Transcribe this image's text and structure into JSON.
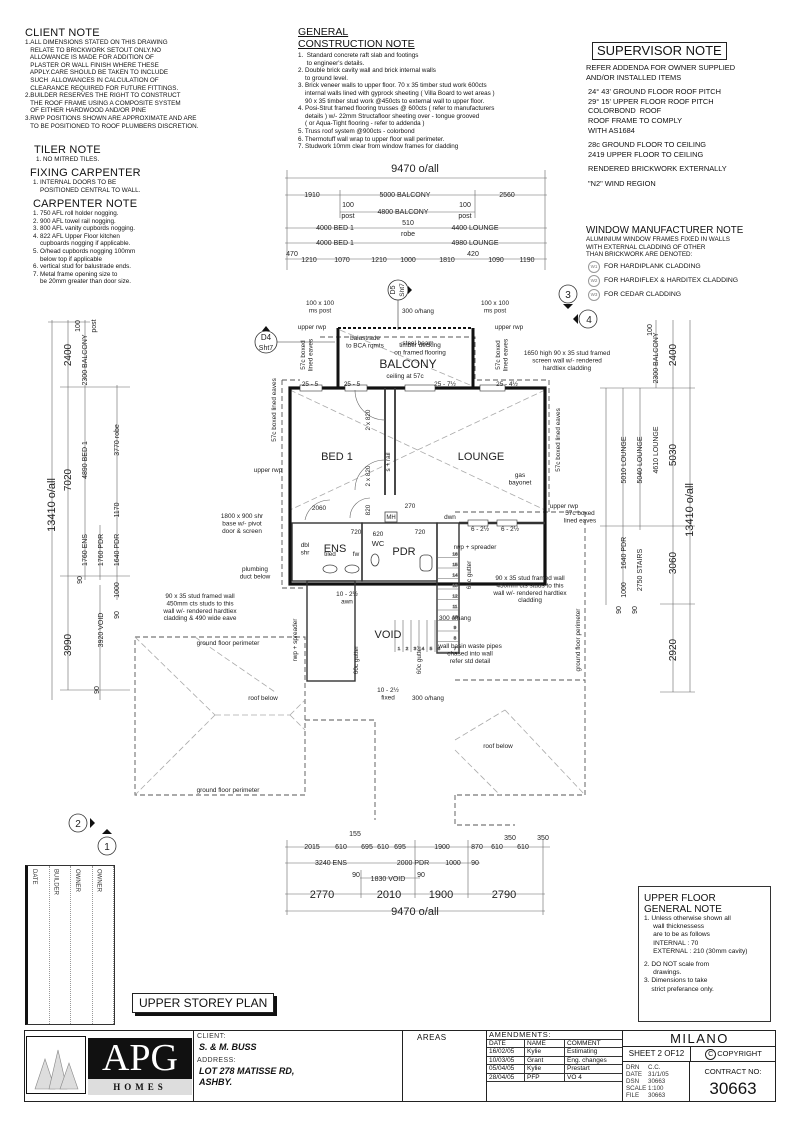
{
  "client_note": {
    "title": "CLIENT NOTE",
    "lines": [
      "1.ALL DIMENSIONS STATED ON THIS DRAWING",
      "   RELATE TO BRICKWORK SETOUT ONLY.NO",
      "   ALLOWANCE IS MADE FOR ADDITION OF",
      "   PLASTER OR WALL FINISH WHERE THESE",
      "   APPLY.CARE SHOULD BE TAKEN TO INCLUDE",
      "   SUCH  ALLOWANCES IN CALCULATION OF",
      "   CLEARANCE REQUIRED FOR FUTURE FITTINGS.",
      "2.BUILDER RESERVES THE RIGHT TO CONSTRUCT",
      "   THE ROOF FRAME USING A COMPOSITE SYSTEM",
      "   OF EITHER HARDWOOD AND/OR PINE",
      "3.RWP POSITIONS SHOWN ARE APPROXIMATE AND ARE",
      "   TO BE POSITIONED TO ROOF PLUMBERS DISCRETION."
    ]
  },
  "tiler_note": {
    "title": "TILER NOTE",
    "lines": [
      "1. NO MITRED TILES."
    ]
  },
  "fixing_carpenter": {
    "title": "FIXING CARPENTER",
    "lines": [
      "1. INTERNAL DOORS TO BE",
      "    POSITIONED CENTRAL TO WALL."
    ]
  },
  "carpenter_note": {
    "title": "CARPENTER NOTE",
    "lines": [
      "1. 750 AFL roll holder nogging.",
      "2. 900 AFL towel rail nogging.",
      "3. 800 AFL vanity cupbords nogging.",
      "4. 822 AFL Upper Floor kitchen",
      "    cupboards nogging if applicable.",
      "5. O/head cupbords nogging 100mm",
      "    below top if applicable",
      "6. vertical stud for balustrade ends.",
      "7. Metal frame opening size to",
      "    be 20mm greater than door size."
    ]
  },
  "general_construction_note": {
    "title1": "GENERAL",
    "title2": "CONSTRUCTION NOTE",
    "lines": [
      "1.  Standard concrete raft slab and footings",
      "     to engineer's details.",
      "2. Double brick cavity wall and brick internal walls",
      "    to ground level.",
      "3. Brick veneer walls to upper floor. 70 x 35 timber stud work 600cts",
      "    internal walls lined with gyprock sheeting ( Villa Board to wet areas )",
      "    90 x 35 timber stud work @450cts to external wall to upper floor.",
      "4. Posi-Strut framed flooring trusses @ 600cts ( refer to manufacturers",
      "    details ) w/- 22mm Structafloor sheeting over - tongue grooved",
      "    ( or Aqua-Tight flooring - refer to addenda )",
      "5. Truss roof system @900cts - colorbond",
      "6. Thermotuff wall wrap to upper floor wall perimeter.",
      "7. Studwork 10mm clear from window frames for cladding"
    ]
  },
  "supervisor_note": {
    "title": "SUPERVISOR NOTE",
    "lines": [
      "REFER ADDENDA FOR OWNER SUPPLIED",
      "AND/OR INSTALLED ITEMS",
      "",
      " 24° 43' GROUND FLOOR ROOF PITCH",
      " 29° 15' UPPER FLOOR ROOF PITCH",
      " COLORBOND  ROOF",
      " ROOF FRAME TO COMPLY",
      " WITH AS1684",
      "",
      " 28c GROUND FLOOR TO CEILING",
      " 2419 UPPER FLOOR TO CEILING",
      "",
      " RENDERED BRICKWORK EXTERNALLY",
      "",
      " \"N2\" WIND REGION"
    ]
  },
  "window_note": {
    "title": "WINDOW MANUFACTURER NOTE",
    "lines": [
      "ALUMINIUM WINDOW FRAMES FIXED IN WALLS",
      "WITH EXTERNAL CLADDING OF OTHER",
      "THAN BRICKWORK ARE DENOTED:"
    ],
    "items": [
      {
        "tag": "W1",
        "text": "FOR HARDIPLANK CLADDING"
      },
      {
        "tag": "W2",
        "text": "FOR HARDIFLEX & HARDITEX CLADDING"
      },
      {
        "tag": "W3",
        "text": "FOR CEDAR CLADDING"
      }
    ]
  },
  "plan": {
    "top_dims": {
      "overall": "9470 o/all",
      "row1": [
        "1910",
        "5000 BALCONY",
        "2560"
      ],
      "row2": [
        "100",
        "post",
        "4800 BALCONY",
        "100",
        "post"
      ],
      "row3": [
        "4000 BED 1",
        "510",
        "robe",
        "4400 LOUNGE"
      ],
      "row4": [
        "4000 BED 1",
        "4980 LOUNGE"
      ],
      "row5": [
        "470",
        "1210",
        "1070",
        "1210",
        "1000",
        "1810",
        "420",
        "1090",
        "1190"
      ]
    },
    "left_dims": {
      "overall": "13410 o/all",
      "major": [
        "2400",
        "7020",
        "3990"
      ],
      "minor": [
        "100",
        "post",
        "2300 BALCONY",
        "4890 BED 1",
        "3770 robe",
        "1170",
        "1760 ENS",
        "1760 PDR",
        "1640 PDR",
        "90",
        "1000",
        "90",
        "3920 VOID",
        "90",
        "90"
      ]
    },
    "right_dims": {
      "overall": "13410 o/all",
      "major": [
        "2400",
        "5030",
        "3060",
        "2920"
      ],
      "minor": [
        "100",
        "2300 BALCONY",
        "5010 LOUNGE",
        "5040 LOUNGE",
        "4610 LOUNGE",
        "1640 PDR",
        "2750 STAIRS",
        "1000",
        "90",
        "90"
      ]
    },
    "bottom_dims": {
      "row1": [
        "2015",
        "610",
        "155",
        "695",
        "610",
        "695",
        "1900",
        "870",
        "610",
        "350",
        "610",
        "350"
      ],
      "row2": [
        "3240 ENS",
        "2000 PDR",
        "1000",
        "90"
      ],
      "row3": [
        "90",
        "1830 VOID",
        "90"
      ],
      "row4": [
        "2770",
        "2010",
        "1900",
        "2790"
      ],
      "overall": "9470 o/all"
    },
    "rooms": {
      "balcony": "BALCONY",
      "bed1": "BED 1",
      "lounge": "LOUNGE",
      "ens": "ENS",
      "pdr": "PDR",
      "void": "VOID",
      "wc": "WC",
      "mh": "MH"
    },
    "labels": {
      "post_left": "100 x 100\nms post",
      "post_right": "100 x 100\nms post",
      "overhang_top": "300 o/hang",
      "upper_rwp": "upper rwp",
      "balustrade": "balustrade\nto BCA rqmts",
      "steel_beam": "steel beam",
      "timber_decking": "timber decking\non framed flooring",
      "ceiling": "ceiling at 57c",
      "boxed_eaves": "57c boxed\nlined eaves",
      "boxed_eaves_long": "57c boxed lined eaves",
      "screen_wall": "1650 high 90 x 35 stud framed\nscreen wall w/- rendered\nhardtiex cladding",
      "window_25_5a": "25 - 5",
      "window_25_5b": "25 - 5",
      "window_25_7": "25 - 7½",
      "window_25_4": "25 - 4½",
      "rail": "s + rail",
      "door_2x820a": "2 x 820",
      "door_2x820b": "2 x 820",
      "door_820": "820",
      "gas": "gas\nbayonet",
      "dim_2060": "2060",
      "dim_270": "270",
      "dim_720a": "720",
      "dim_720b": "720",
      "dim_620": "620",
      "dwn": "dwn",
      "win_6_21a": "6 - 2½",
      "win_6_21b": "6 - 2½",
      "awn": "awn",
      "rwp_spreader": "rwp + spreader",
      "tiled": "tiled",
      "fw": "fw",
      "dbl_shr": "dbl\nshr",
      "shower_base": "1800 x 900 shr\nbase w/- pivot\ndoor & screen",
      "plumbing_duct": "plumbing\nduct below",
      "stud_wall_left": "90 x 35 stud framed wall\n450mm cts studs to this\nwall w/- rendered hardtiex\ncladding & 490 wide eave",
      "stud_wall_right": "90 x 35 stud framed wall\n450mm cts studs to this\nwall w/- rendered hardtiex\ncladding",
      "win_10_2a": "10 - 2½\nawn",
      "win_10_2b": "10 - 2½\nfixed",
      "overhang_300a": "300 o/hang",
      "overhang_300b": "300 o/hang",
      "gutter_62": "62c gutter",
      "gutter_60a": "60c gutter",
      "gutter_60b": "60c gutter",
      "waste_pipes": "wall basin waste pipes\nchased into wall\nrefer std detail",
      "gf_perimeter": "ground floor perimeter",
      "roof_below": "roof below",
      "stair_numbers": [
        "1",
        "2",
        "3",
        "4",
        "5",
        "6",
        "7",
        "8",
        "9",
        "10",
        "11",
        "12",
        "13",
        "14",
        "15",
        "16"
      ],
      "w2": "W2"
    },
    "section_markers": [
      {
        "label": "D5",
        "sub": "Sht7"
      },
      {
        "label": "D4",
        "sub": "Sht7"
      }
    ],
    "elevation_markers": [
      "1",
      "2",
      "3",
      "4"
    ]
  },
  "signature_block": {
    "fields": [
      "DATE",
      "BUILDER",
      "OWNER",
      "OWNER"
    ]
  },
  "plan_title": "UPPER STOREY PLAN",
  "upper_floor_note": {
    "title1": "UPPER FLOOR",
    "title2": "GENERAL NOTE",
    "lines": [
      "1. Unless otherwise shown all",
      "     wall thicknessess",
      "     are to be as follows",
      "     INTERNAL : 70",
      "     EXTERNAL : 210 (30mm cavity)",
      "",
      "2. DO NOT scale from",
      "     drawings.",
      "3. Dimensions to take",
      "    strict preferance only."
    ]
  },
  "title_block": {
    "logo_main": "APG",
    "logo_sub": "HOMES",
    "client_label": "CLIENT:",
    "client": "S. & M. BUSS",
    "address_label": "ADDRESS:",
    "address1": "LOT 278 MATISSE RD,",
    "address2": "ASHBY.",
    "areas_label": "AREAS",
    "amendments_label": "AMENDMENTS:",
    "amend_headers": [
      "DATE",
      "NAME",
      "COMMENT"
    ],
    "amendments": [
      {
        "date": "16/02/05",
        "name": "Kylie",
        "comment": "Estimating"
      },
      {
        "date": "10/03/05",
        "name": "Grant",
        "comment": "Eng. changes"
      },
      {
        "date": "05/04/05",
        "name": "Kylie",
        "comment": "Prestart"
      },
      {
        "date": "28/04/05",
        "name": "PFP",
        "comment": "VO 4"
      }
    ],
    "project": "MILANO",
    "sheet": "SHEET 2 OF12",
    "copyright": "COPYRIGHT",
    "info": [
      {
        "k": "DRN",
        "v": "C.C."
      },
      {
        "k": "DATE",
        "v": "31/1/05"
      },
      {
        "k": "DSN",
        "v": "30663"
      },
      {
        "k": "SCALE",
        "v": "1:100"
      },
      {
        "k": "FILE",
        "v": "30663"
      }
    ],
    "contract_label": "CONTRACT NO:",
    "contract_no": "30663"
  }
}
